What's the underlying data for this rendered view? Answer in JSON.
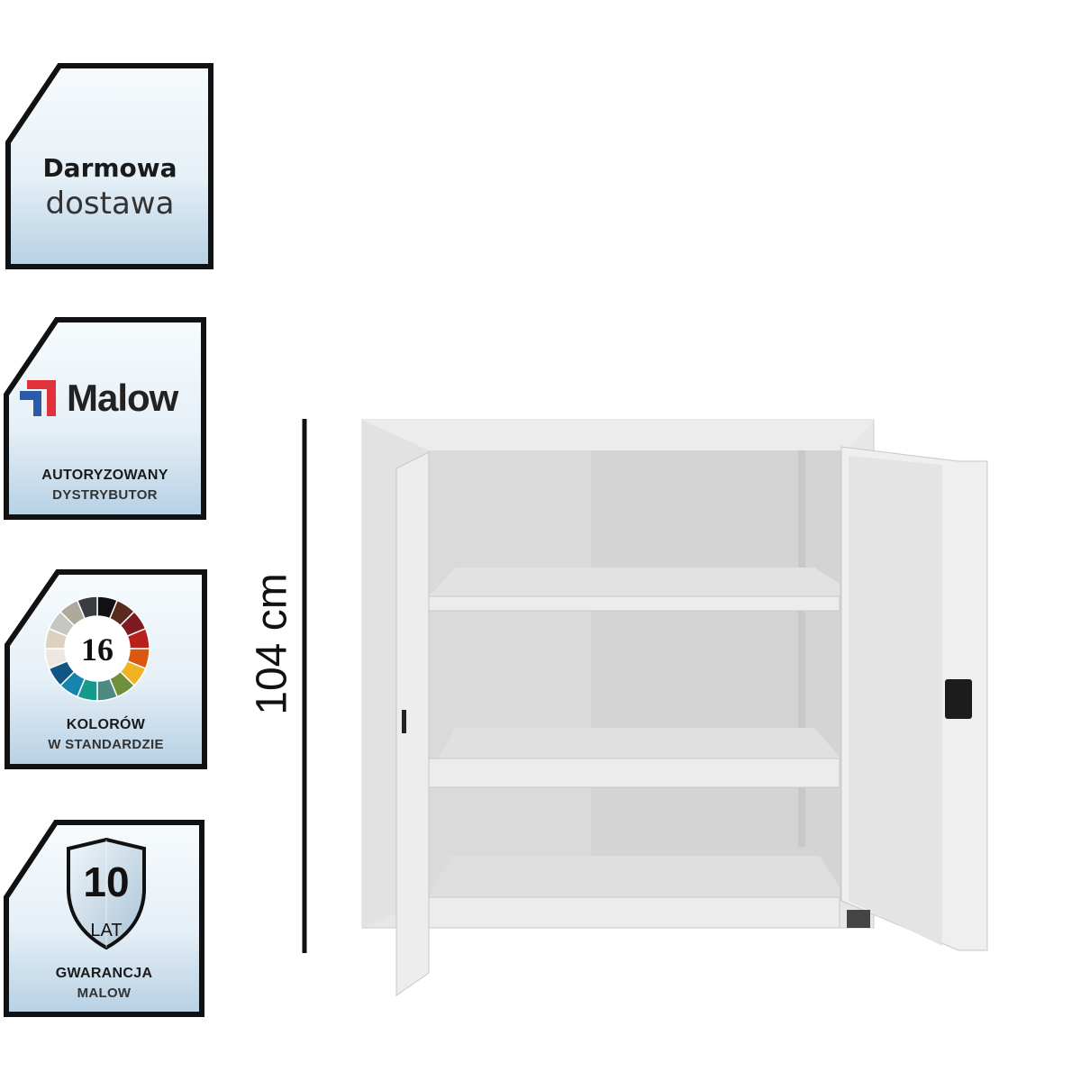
{
  "badges": {
    "delivery": {
      "line1": "Darmowa",
      "line2": "dostawa"
    },
    "distributor": {
      "brand": "Malow",
      "line1": "AUTORYZOWANY",
      "line2": "DYSTRYBUTOR"
    },
    "colors": {
      "count": "16",
      "line1": "KOLORÓW",
      "line2": "W STANDARDZIE",
      "palette": [
        "#121212",
        "#5a2a1e",
        "#7d1a22",
        "#b8201e",
        "#d9590f",
        "#f0b323",
        "#6f8f3c",
        "#4a8a80",
        "#179a8c",
        "#1585b0",
        "#0f5684",
        "#ece8df",
        "#ddd2c2",
        "#c6c6c2",
        "#aea89d",
        "#393c40"
      ]
    },
    "warranty": {
      "years": "10",
      "unit": "LAT",
      "line1": "GWARANCJA",
      "line2": "MALOW"
    }
  },
  "dimension": {
    "height_label": "104 cm"
  },
  "colors": {
    "logo_red": "#e0323a",
    "logo_blue": "#2a5aa8",
    "badge_top": "#f6fafd",
    "badge_bottom": "#b9d3e6"
  }
}
